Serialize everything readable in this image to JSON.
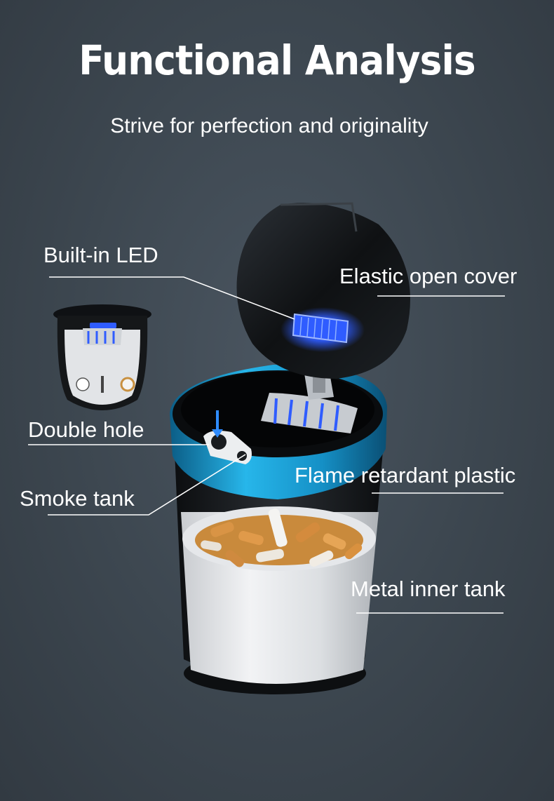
{
  "header": {
    "title": "Functional Analysis",
    "subtitle": "Strive for perfection and originality"
  },
  "labels": {
    "built_in_led": "Built-in LED",
    "elastic_open_cover": "Elastic open cover",
    "double_hole": "Double hole",
    "flame_retardant_plastic": "Flame retardant plastic",
    "smoke_tank": "Smoke tank",
    "metal_inner_tank": "Metal inner tank"
  },
  "colors": {
    "background": "#3c464f",
    "ring_accent": "#1aa3d8",
    "led_glow": "#2f5cff",
    "label_text": "#ffffff"
  }
}
